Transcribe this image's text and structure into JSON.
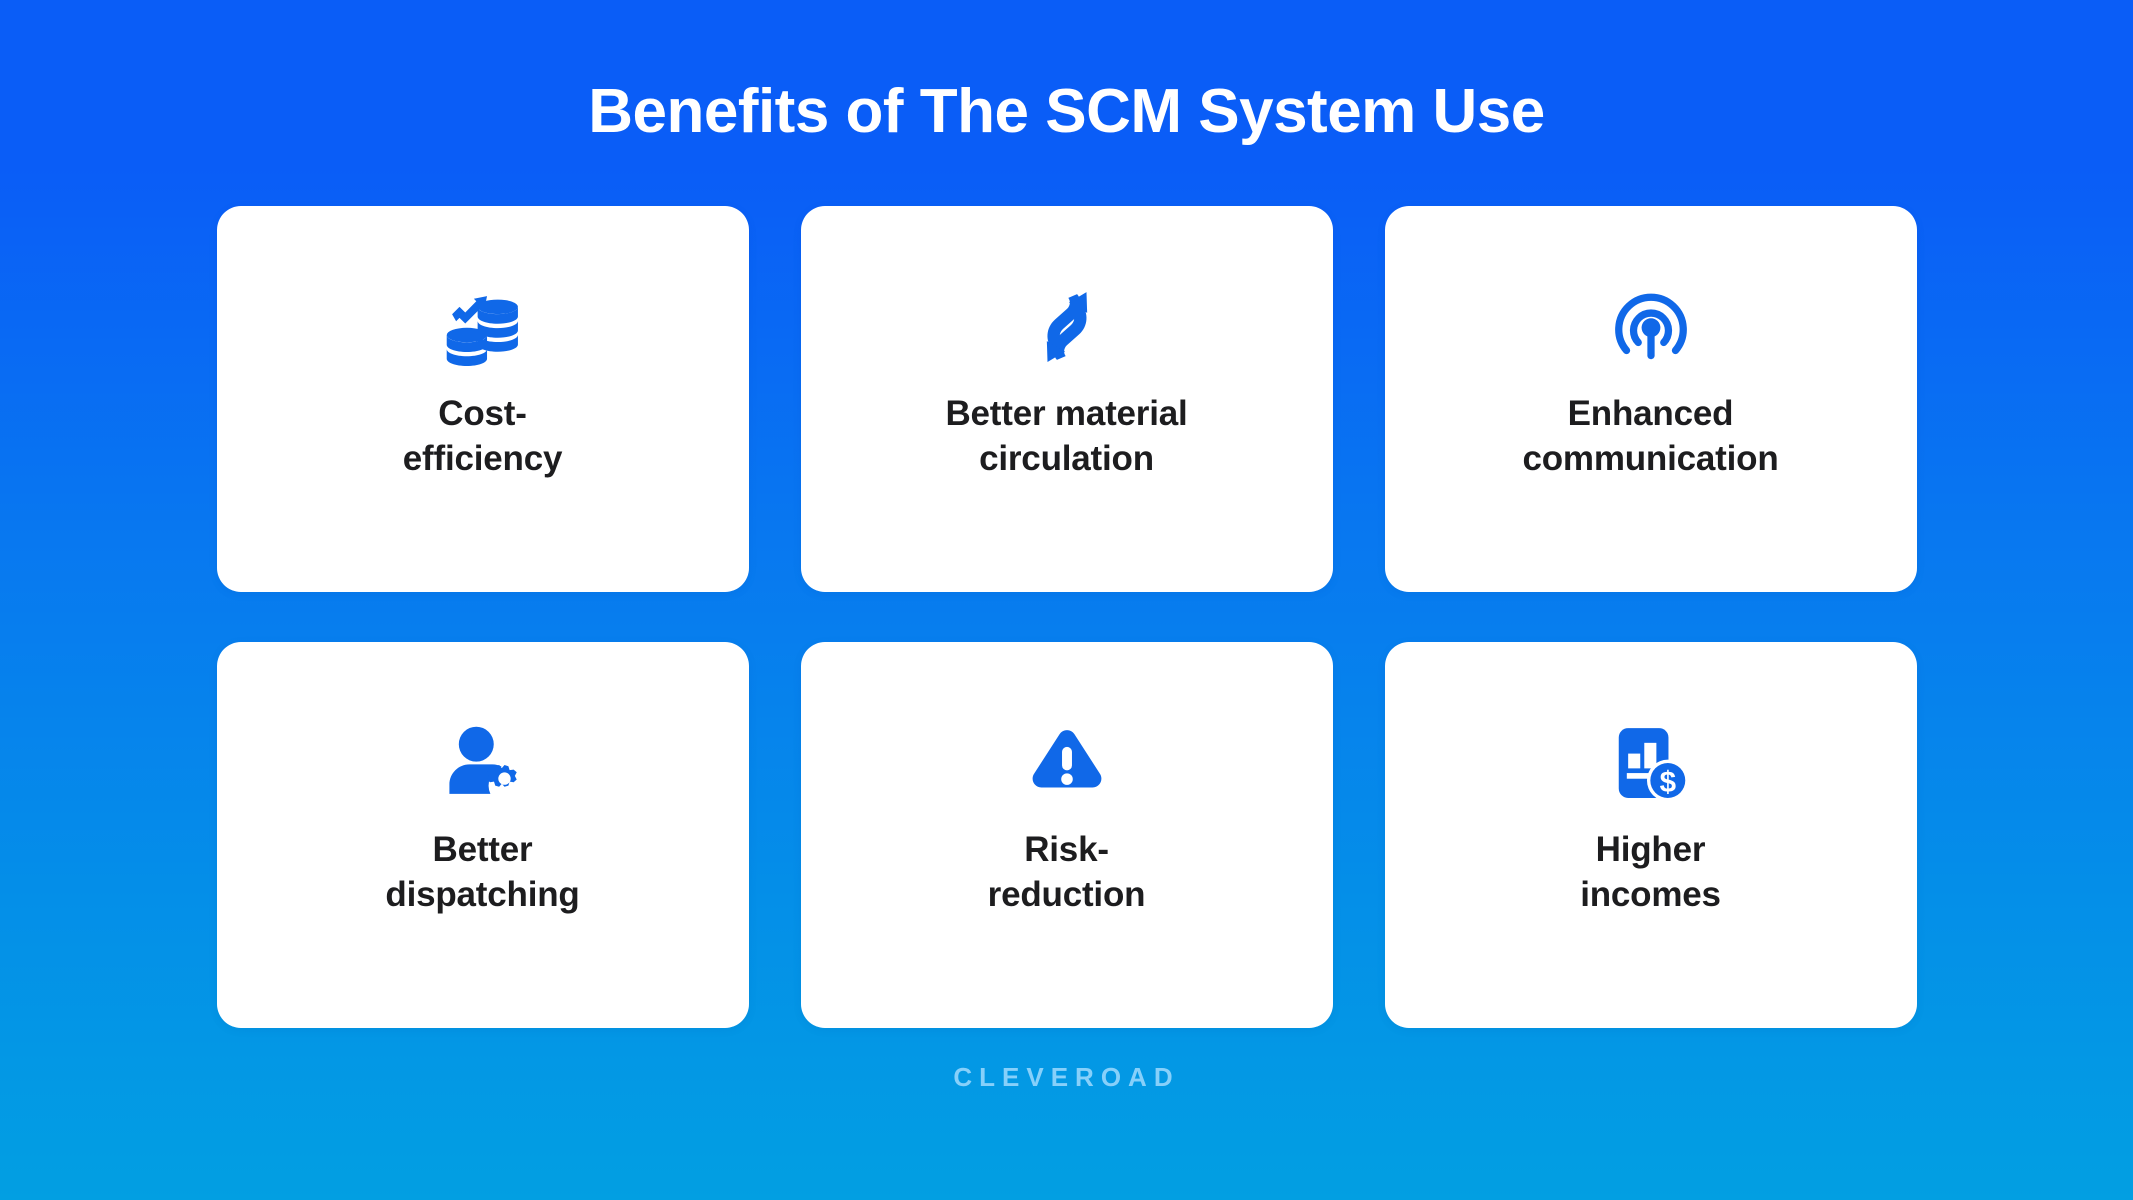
{
  "header": {
    "title": "Benefits of The SCM System Use"
  },
  "theme": {
    "background_top": "#0a5df7",
    "background_bottom": "#029fe2",
    "card_background": "#ffffff",
    "icon_color": "#1068e8",
    "title_color": "#ffffff",
    "label_color": "#1d1d1f",
    "footer_color": "#87d0fa"
  },
  "cards": [
    {
      "label": "Cost-\nefficiency",
      "icon": "stacked-coins-growth-icon"
    },
    {
      "label": "Better material\ncirculation",
      "icon": "circulation-arrows-icon"
    },
    {
      "label": "Enhanced\ncommunication",
      "icon": "broadcast-signal-icon"
    },
    {
      "label": "Better\ndispatching",
      "icon": "user-gear-icon"
    },
    {
      "label": "Risk-\nreduction",
      "icon": "warning-triangle-icon"
    },
    {
      "label": "Higher\nincomes",
      "icon": "document-dollar-icon"
    }
  ],
  "footer": {
    "brand": "CLEVEROAD"
  }
}
